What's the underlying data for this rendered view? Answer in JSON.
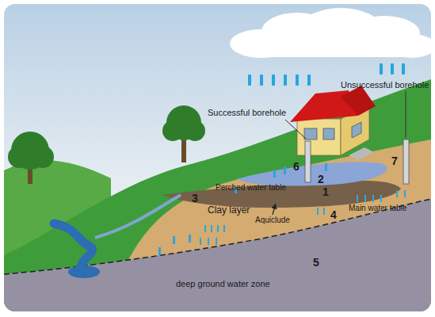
{
  "diagram": {
    "labels": [
      "Successful borehole",
      "Unsuccessful borehole",
      "6",
      "7",
      "2",
      "Perched water table",
      "1",
      "3",
      "Clay layer",
      "Aquiclude",
      "4",
      "Main water table",
      "5",
      "deep ground water zone"
    ]
  }
}
